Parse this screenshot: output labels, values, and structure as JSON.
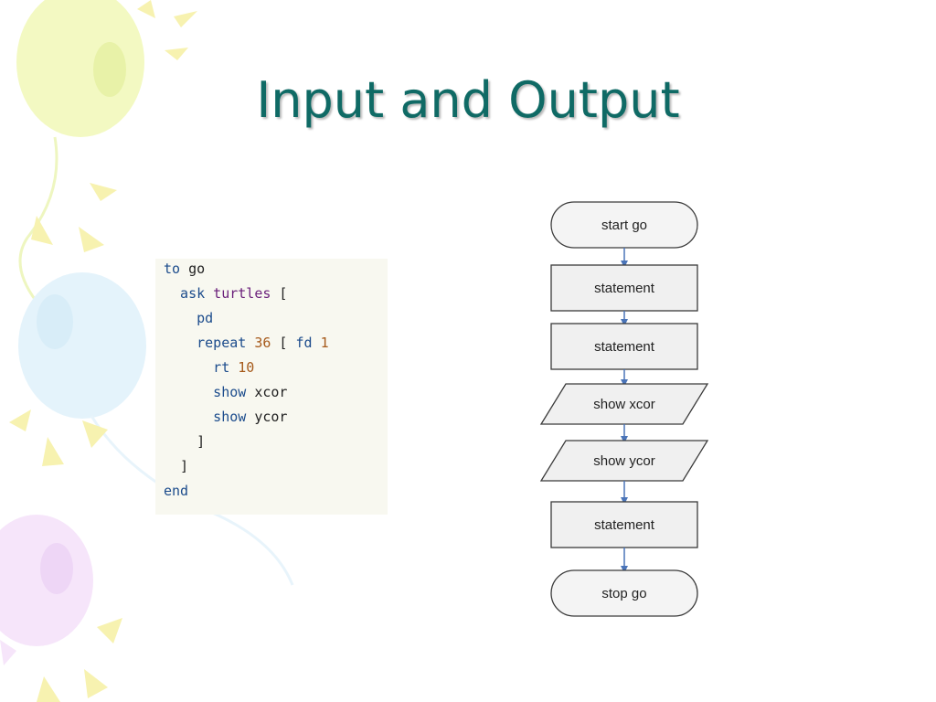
{
  "slide": {
    "title": "Input and Output"
  },
  "code": {
    "lines": [
      [
        {
          "text": "to",
          "kind": "kw"
        },
        {
          "text": " go",
          "kind": "plain"
        }
      ],
      [
        {
          "text": "  ask",
          "kind": "kw"
        },
        {
          "text": " turtles",
          "kind": "prim"
        },
        {
          "text": " [",
          "kind": "plain"
        }
      ],
      [
        {
          "text": "    pd",
          "kind": "kw"
        }
      ],
      [
        {
          "text": "    repeat",
          "kind": "kw"
        },
        {
          "text": " 36",
          "kind": "num"
        },
        {
          "text": " [ ",
          "kind": "plain"
        },
        {
          "text": "fd",
          "kind": "kw"
        },
        {
          "text": " 1",
          "kind": "num"
        }
      ],
      [
        {
          "text": "      rt",
          "kind": "kw"
        },
        {
          "text": " 10",
          "kind": "num"
        }
      ],
      [
        {
          "text": "      show",
          "kind": "kw"
        },
        {
          "text": " xcor",
          "kind": "plain"
        }
      ],
      [
        {
          "text": "      show",
          "kind": "kw"
        },
        {
          "text": " ycor",
          "kind": "plain"
        }
      ],
      [
        {
          "text": "    ]",
          "kind": "plain"
        }
      ],
      [
        {
          "text": "  ]",
          "kind": "plain"
        }
      ],
      [
        {
          "text": "end",
          "kind": "kw"
        }
      ]
    ]
  },
  "flowchart": {
    "nodes": [
      {
        "label": "start go",
        "shape": "terminal"
      },
      {
        "label": "statement",
        "shape": "process"
      },
      {
        "label": "statement",
        "shape": "process"
      },
      {
        "label": "show xcor",
        "shape": "io"
      },
      {
        "label": "show ycor",
        "shape": "io"
      },
      {
        "label": "statement",
        "shape": "process"
      },
      {
        "label": "stop go",
        "shape": "terminal"
      }
    ]
  },
  "colors": {
    "title": "#0f6a65",
    "arrow": "#4a74b8",
    "node_fill_terminal": "#f4f4f4",
    "node_fill_process": "#f0f0f0",
    "node_stroke": "#3a3a3a"
  }
}
